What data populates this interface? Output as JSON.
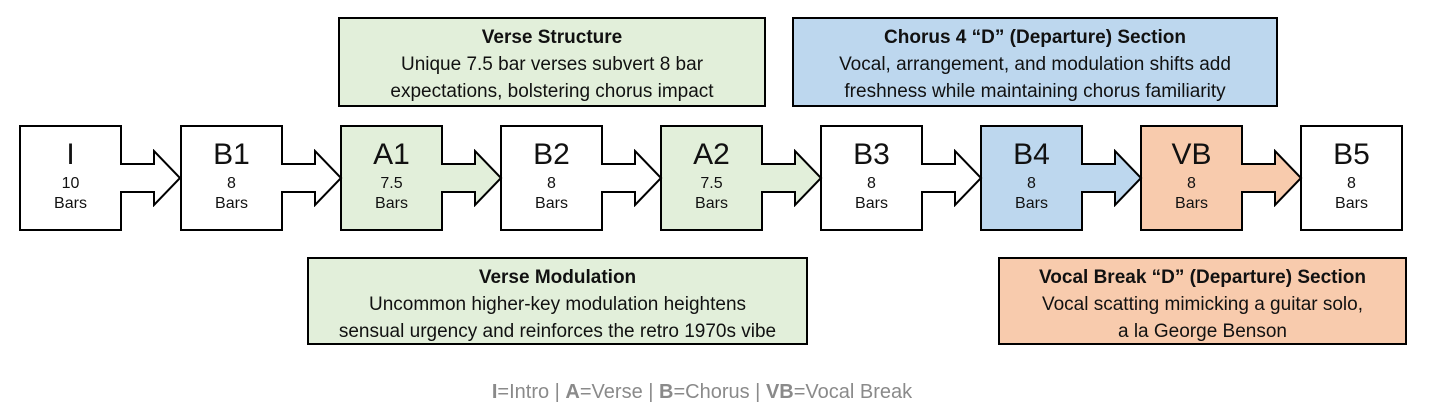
{
  "colors": {
    "green": "#E2EFDA",
    "blue": "#BDD7EE",
    "orange": "#F8CBAD",
    "white": "#FFFFFF",
    "border": "#000000",
    "legend_text": "#8A8A8A"
  },
  "callouts": {
    "top_left": {
      "title": "Verse Structure",
      "body_lines": [
        "Unique 7.5 bar verses subvert 8 bar",
        "expectations, bolstering chorus impact"
      ],
      "fill": "#E2EFDA"
    },
    "top_right": {
      "title": "Chorus 4 “D” (Departure) Section",
      "body_lines": [
        "Vocal, arrangement, and modulation shifts add",
        "freshness while maintaining chorus familiarity"
      ],
      "fill": "#BDD7EE"
    },
    "bottom_left": {
      "title": "Verse Modulation",
      "body_lines": [
        "Uncommon higher-key modulation heightens",
        "sensual urgency and reinforces the retro 1970s vibe"
      ],
      "fill": "#E2EFDA"
    },
    "bottom_right": {
      "title": "Vocal Break “D” (Departure) Section",
      "body_lines": [
        "Vocal scatting mimicking a guitar solo,",
        "a la George Benson"
      ],
      "fill": "#F8CBAD"
    }
  },
  "nodes": [
    {
      "label": "I",
      "bars_value": "10",
      "bars_unit": "Bars",
      "fill": "#FFFFFF"
    },
    {
      "label": "B1",
      "bars_value": "8",
      "bars_unit": "Bars",
      "fill": "#FFFFFF"
    },
    {
      "label": "A1",
      "bars_value": "7.5",
      "bars_unit": "Bars",
      "fill": "#E2EFDA"
    },
    {
      "label": "B2",
      "bars_value": "8",
      "bars_unit": "Bars",
      "fill": "#FFFFFF"
    },
    {
      "label": "A2",
      "bars_value": "7.5",
      "bars_unit": "Bars",
      "fill": "#E2EFDA"
    },
    {
      "label": "B3",
      "bars_value": "8",
      "bars_unit": "Bars",
      "fill": "#FFFFFF"
    },
    {
      "label": "B4",
      "bars_value": "8",
      "bars_unit": "Bars",
      "fill": "#BDD7EE"
    },
    {
      "label": "VB",
      "bars_value": "8",
      "bars_unit": "Bars",
      "fill": "#F8CBAD"
    },
    {
      "label": "B5",
      "bars_value": "8",
      "bars_unit": "Bars",
      "fill": "#FFFFFF"
    }
  ],
  "arrows": [
    {
      "from": "I",
      "to": "B1",
      "fill": "#FFFFFF"
    },
    {
      "from": "B1",
      "to": "A1",
      "fill": "#FFFFFF"
    },
    {
      "from": "A1",
      "to": "B2",
      "fill": "#E2EFDA"
    },
    {
      "from": "B2",
      "to": "A2",
      "fill": "#FFFFFF"
    },
    {
      "from": "A2",
      "to": "B3",
      "fill": "#E2EFDA"
    },
    {
      "from": "B3",
      "to": "B4",
      "fill": "#FFFFFF"
    },
    {
      "from": "B4",
      "to": "VB",
      "fill": "#BDD7EE"
    },
    {
      "from": "VB",
      "to": "B5",
      "fill": "#F8CBAD"
    }
  ],
  "legend": {
    "separator": " | ",
    "items": [
      {
        "key": "I",
        "rest": "=Intro"
      },
      {
        "key": "A",
        "rest": "=Verse"
      },
      {
        "key": "B",
        "rest": "=Chorus"
      },
      {
        "key": "VB",
        "rest": "=Vocal Break"
      }
    ]
  }
}
